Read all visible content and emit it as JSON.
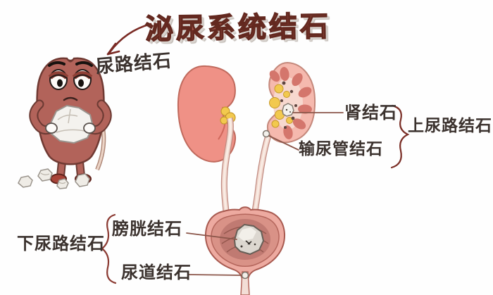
{
  "title": "泌尿系统结石",
  "mascot": {
    "label": "尿路结石",
    "description-note": "kidney mascot holding large stone"
  },
  "anatomy": {
    "kidney_stone_label": "肾结石",
    "upper_tract_label": "上尿路结石",
    "ureter_stone_label": "输尿管结石",
    "bladder_stone_label": "膀胱结石",
    "urethra_stone_label": "尿道结石",
    "lower_tract_label": "下尿路结石"
  },
  "colors": {
    "background": "#fefefe",
    "title_color": "#a5564c",
    "label_text": "#3b322e",
    "leader_line": "#8b564a",
    "brace": "#7a2e26",
    "arrow": "#7a2a24",
    "mascot_body": "#b2635a",
    "kidney_solid": "#ef9186",
    "kidney_section_outer": "#f5b9ae",
    "pyramid": "#d4766c",
    "fat_yellow": "#f2c94e",
    "ureter_tube": "#f0d6cc",
    "bladder_wall": "#edaaa0",
    "bladder_interior": "#c07a72",
    "stone_white": "#f2efe9"
  }
}
